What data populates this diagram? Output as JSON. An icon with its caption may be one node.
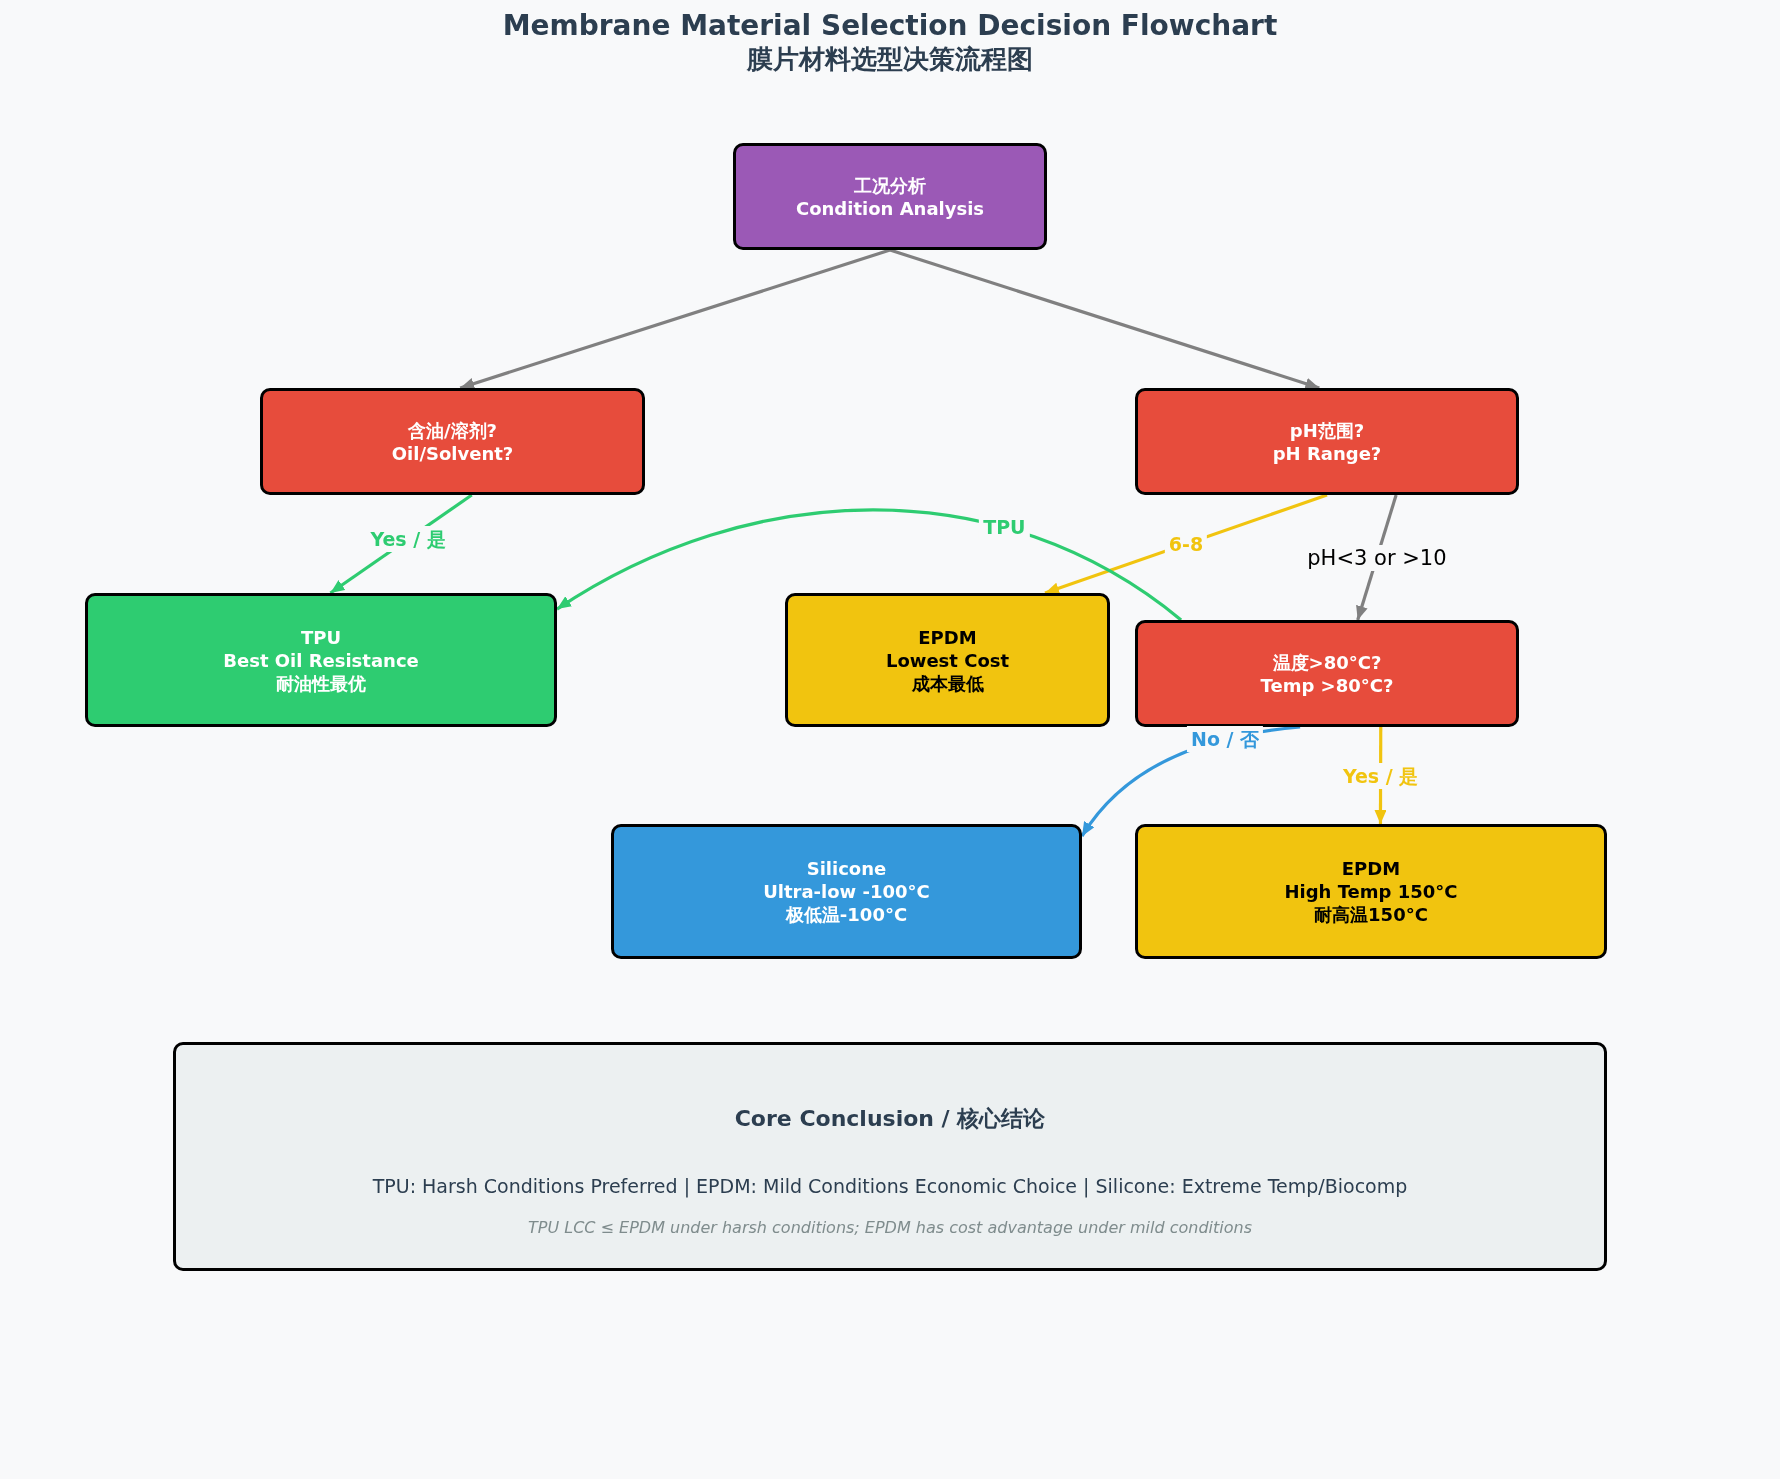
{
  "diagram": {
    "title": "Membrane Material Selection Decision Flowchart",
    "nodes": [
      {
        "text": [
          "工况分析",
          "Condition Analysis"
        ]
      },
      {
        "text": [
          "含油/溶剂?",
          "Oil/Solvent?"
        ]
      },
      {
        "text": [
          "pH范围?",
          "pH Range?"
        ]
      },
      {
        "text": [
          "TPU",
          "Best Oil Resistance",
          "耐油性最优"
        ]
      },
      {
        "text": [
          "EPDM",
          "Lowest Cost",
          "成本最低"
        ]
      },
      {
        "text": [
          "温度>80°C?",
          "Temp >80°C?"
        ]
      },
      {
        "text": [
          "Silicone",
          "Ultra-low -100°C",
          "极低温-100°C"
        ]
      },
      {
        "text": [
          "EPDM",
          "High Temp 150°C",
          "耐高温150°C"
        ]
      },
      {
        "text": [
          "Core Conclusion / 核心结论",
          "TPU: Harsh Conditions Preferred | EPDM: Mild Conditions Economic Choice | Silicone: Extreme Temp/Biocomp",
          "TPU LCC ≤ EPDM under harsh conditions; EPDM has cost advantage under mild conditions"
        ]
      }
    ],
    "edges": [
      {
        "from": 0,
        "to": 1,
        "arrow": "to"
      },
      {
        "from": 0,
        "to": 2,
        "arrow": "to"
      },
      {
        "from": 1,
        "to": 3,
        "arrow": "to",
        "label": "Yes / 是",
        "color": "#2ecc71"
      },
      {
        "from": 2,
        "to": 4,
        "arrow": "to",
        "label": "6-8",
        "color": "#f1c40f"
      },
      {
        "from": 2,
        "to": 5,
        "arrow": "to",
        "label": "pH<3 or >10"
      },
      {
        "from": 5,
        "to": 3,
        "arrow": "to",
        "label": "TPU",
        "color": "#2ecc71"
      },
      {
        "from": 5,
        "to": 6,
        "arrow": "to",
        "label": "No / 否",
        "color": "#3498db"
      },
      {
        "from": 5,
        "to": 7,
        "arrow": "to",
        "label": "Yes / 是",
        "color": "#f1c40f"
      }
    ],
    "labels": [
      "膜片材料选型决策流程图"
    ]
  }
}
